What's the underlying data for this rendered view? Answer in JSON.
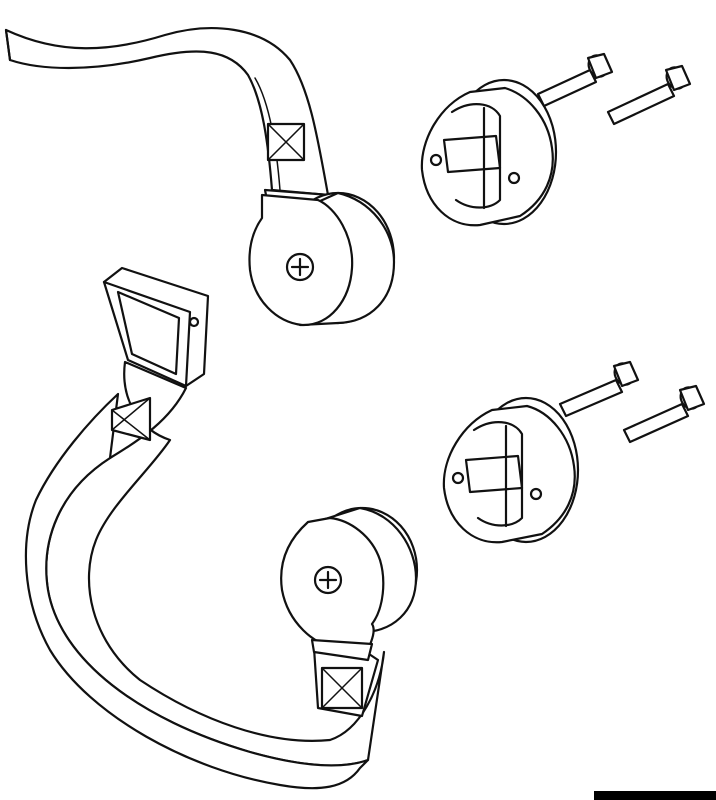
{
  "figure": {
    "parts": [
      {
        "name": "strap-upper"
      },
      {
        "name": "strap-lower"
      },
      {
        "name": "buckle-loop"
      },
      {
        "name": "hub-with-screw-upper"
      },
      {
        "name": "hub-with-screw-lower"
      },
      {
        "name": "mount-base-upper"
      },
      {
        "name": "mount-base-lower"
      },
      {
        "name": "bolt-pair-upper"
      },
      {
        "name": "bolt-pair-lower"
      }
    ],
    "line_color": "#111111",
    "background": "#ffffff"
  }
}
